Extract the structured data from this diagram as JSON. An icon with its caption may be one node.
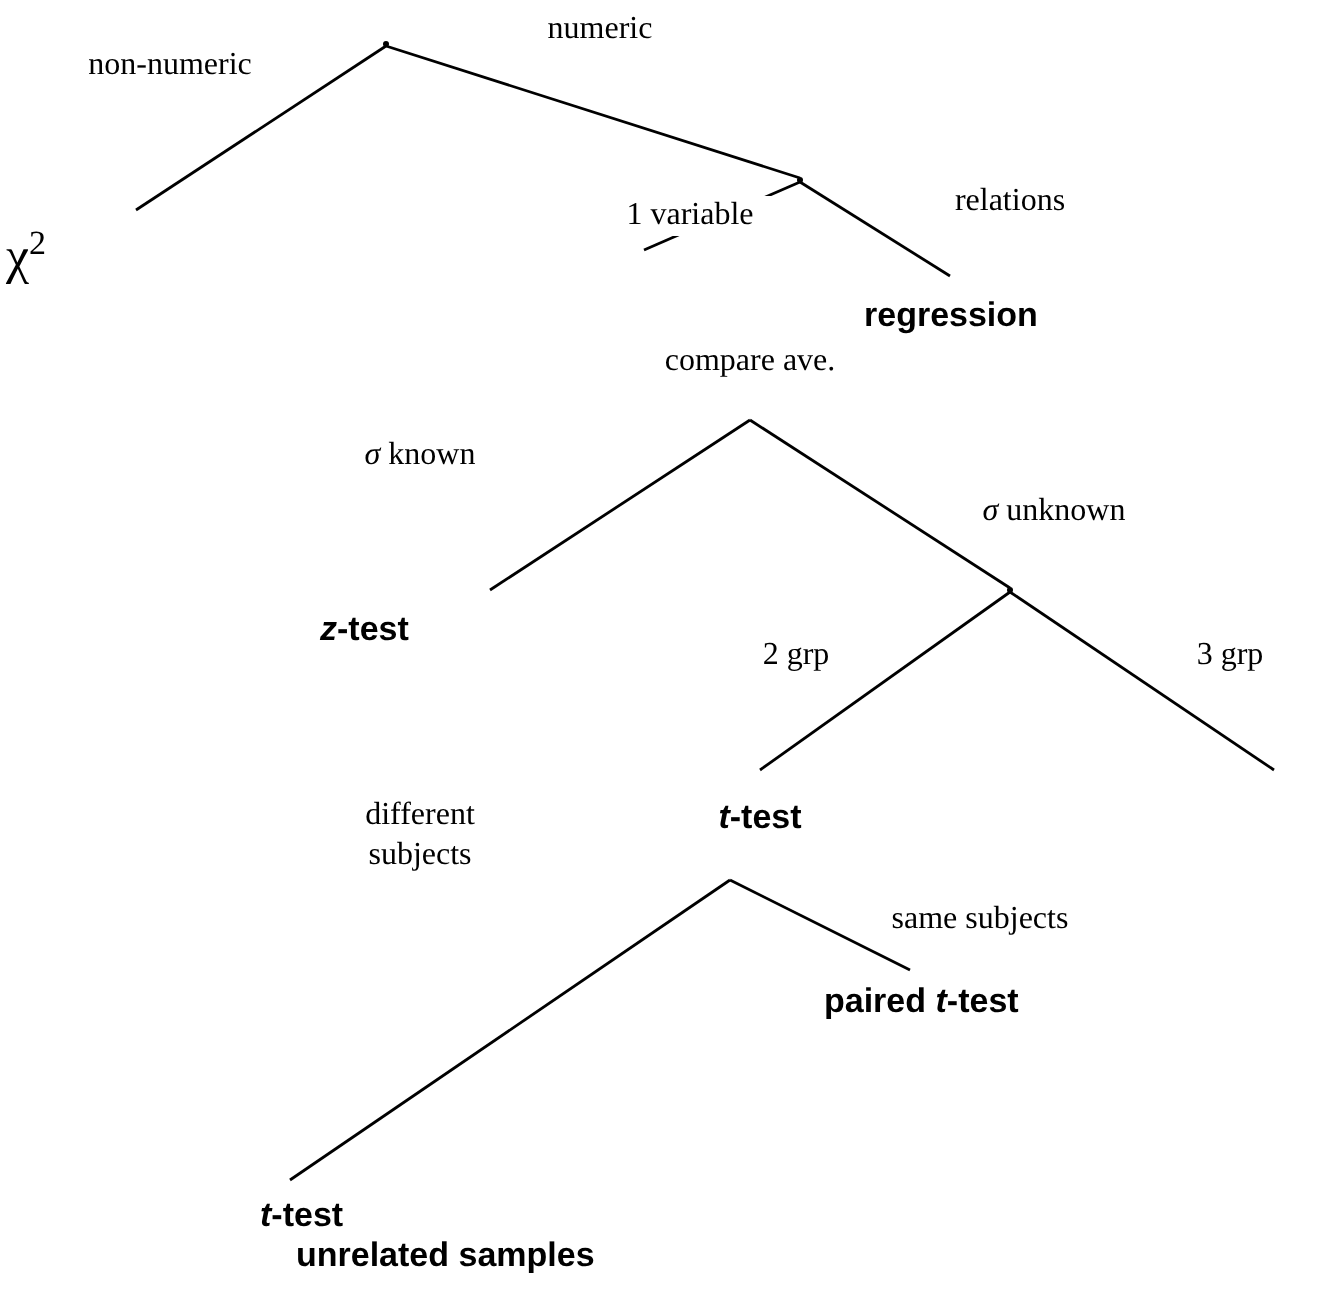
{
  "diagram": {
    "nodes": [
      {
        "text": [],
        "shape": "point"
      },
      {
        "text": [
          "χ$^{2}$"
        ]
      },
      {
        "text": [],
        "shape": "point"
      },
      {
        "text": [
          "regression"
        ]
      },
      {
        "text": [
          "compare ave."
        ]
      },
      {
        "text": [
          "*z*-test"
        ]
      },
      {
        "text": [],
        "shape": "point"
      },
      {
        "text": [
          "*t*-test"
        ]
      },
      {
        "text": [
          "paired *t*-test"
        ]
      },
      {
        "text": [
          "*t*-test",
          "unrelated samples"
        ]
      }
    ],
    "edges": [
      {
        "from": 0,
        "to": 1,
        "arrow": "none",
        "label": "non-numeric"
      },
      {
        "from": 0,
        "to": 2,
        "arrow": "none",
        "label": "numeric"
      },
      {
        "from": 2,
        "to": null,
        "arrow": "none",
        "label": "1 variable"
      },
      {
        "from": 2,
        "to": 3,
        "arrow": "none",
        "label": "relations"
      },
      {
        "from": 4,
        "to": 5,
        "arrow": "none",
        "label": "*σ* known"
      },
      {
        "from": 4,
        "to": 6,
        "arrow": "none",
        "label": "*σ* unknown"
      },
      {
        "from": 6,
        "to": 7,
        "arrow": "none",
        "label": "2 grp"
      },
      {
        "from": 6,
        "to": null,
        "arrow": "none",
        "label": "3 grp"
      },
      {
        "from": 7,
        "to": 9,
        "arrow": "none",
        "label": "different subjects"
      },
      {
        "from": 7,
        "to": 8,
        "arrow": "none",
        "label": "same subjects"
      }
    ]
  }
}
